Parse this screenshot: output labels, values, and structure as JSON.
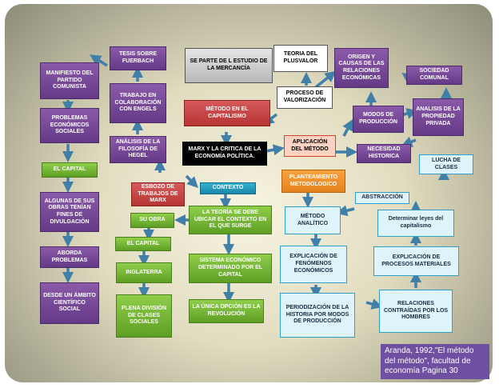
{
  "nodes": {
    "manifiesto": "MANIFIESTO DEL PARTIDO COMUNISTA",
    "problemas_economicos": "PROBLEMAS ECONÓMICOS SOCIALES",
    "el_capital_left": "EL CAPITAL",
    "algunas_obras": "ALGUNAS DE SUS OBRAS TENÍAN FINES DE DIVULGACIÓN",
    "aborda_problemas": "ABORDA PROBLEMAS",
    "desde_ambito": "DESDE UN ÁMBITO CIENTÍFICO SOCIAL",
    "tesis_fuerbach": "TESIS SOBRE FUERBACH",
    "trabajo_engels": "TRABAJO EN COLABORACIÓN CON ENGELS",
    "analisis_hegel": "ANÁLISIS DE LA FILOSOFÍA DE HEGEL",
    "esbozo": "ESBOZO DE TRABAJOS DE MARX",
    "su_obra": "SU OBRA",
    "el_capital_mid": "EL CAPITAL",
    "inglaterra": "INGLATERRA",
    "plena_division": "PLENA DIVISIÓN DE CLASES SOCIALES",
    "estudio_mercancia": "SE PARTE DE L ESTUDIO DE LA MERCANCÍA",
    "metodo_capitalismo": "MÉTODO EN EL CAPITALISMO",
    "marx_teoria": "MARX Y LA CRITICA DE LA ECONOMÍA POLÍTICA.",
    "contexto": "CONTEXTO",
    "teoria_ubicar": "LA TEORÍA SE DEBE UBICAR EL CONTEXTO EN EL QUE SURGE",
    "sistema_economico": "SISTEMA ECONÓMICO DETERMINADO POR EL CAPITAL",
    "unica_opcion": "LA ÚNICA OPCIÓN ES LA REVOLUCIÓN",
    "teoria_plusvalor": "TEORIA DEL PLUSVALOR",
    "proceso_valorizacion": "PROCESO DE VALORIZACIÓN",
    "origen_causas": "ORIGEN Y CAUSAS DE LAS RELACIONES ECONÓMICAS",
    "sociedad_comunal": "SOCIEDAD COMUNAL",
    "modos_produccion": "MODOS DE PRODUCCIÓN",
    "analisis_propiedad": "ANALISIS DE LA PROPIEDAD PRIVADA",
    "aplicacion_metodo": "APLICACIÓN DEL MÉTODO",
    "necesidad_historica": "NECESIDAD HISTORICA",
    "lucha_clases": "LUCHA DE CLASES",
    "planteamiento": "PLANTEAMIENTO METODOLOGICO",
    "abstraccion": "ABSTRACCIÓN",
    "metodo_analitico": "MÉTODO ANALÍTICO",
    "determinar_leyes": "Determinar leyes del capitalismo",
    "explicacion_fenomenos": "EXPLICACIÓN DE FENÓMENOS ECONÓMICOS",
    "explicacion_procesos": "EXPLICACIÓN DE PROCESOS MATERIALES",
    "periodizacion": "PERIODIZACIÓN DE LA HISTORIA POR MODOS DE PRODUCCIÓN",
    "relaciones_contraidas": "RELACIONES CONTRAÍDAS POR LOS HOMBRES"
  },
  "citation": "Aranda, 1992,\"El método del método\", facultad de economía Pagina 30",
  "colors": {
    "purple": "#6a3f8c",
    "green": "#6aae2e",
    "teal": "#1f95b8",
    "light_blue": "#dff3fb",
    "red": "#c04040",
    "orange": "#f28c28",
    "arrow": "#3f7fa8"
  }
}
